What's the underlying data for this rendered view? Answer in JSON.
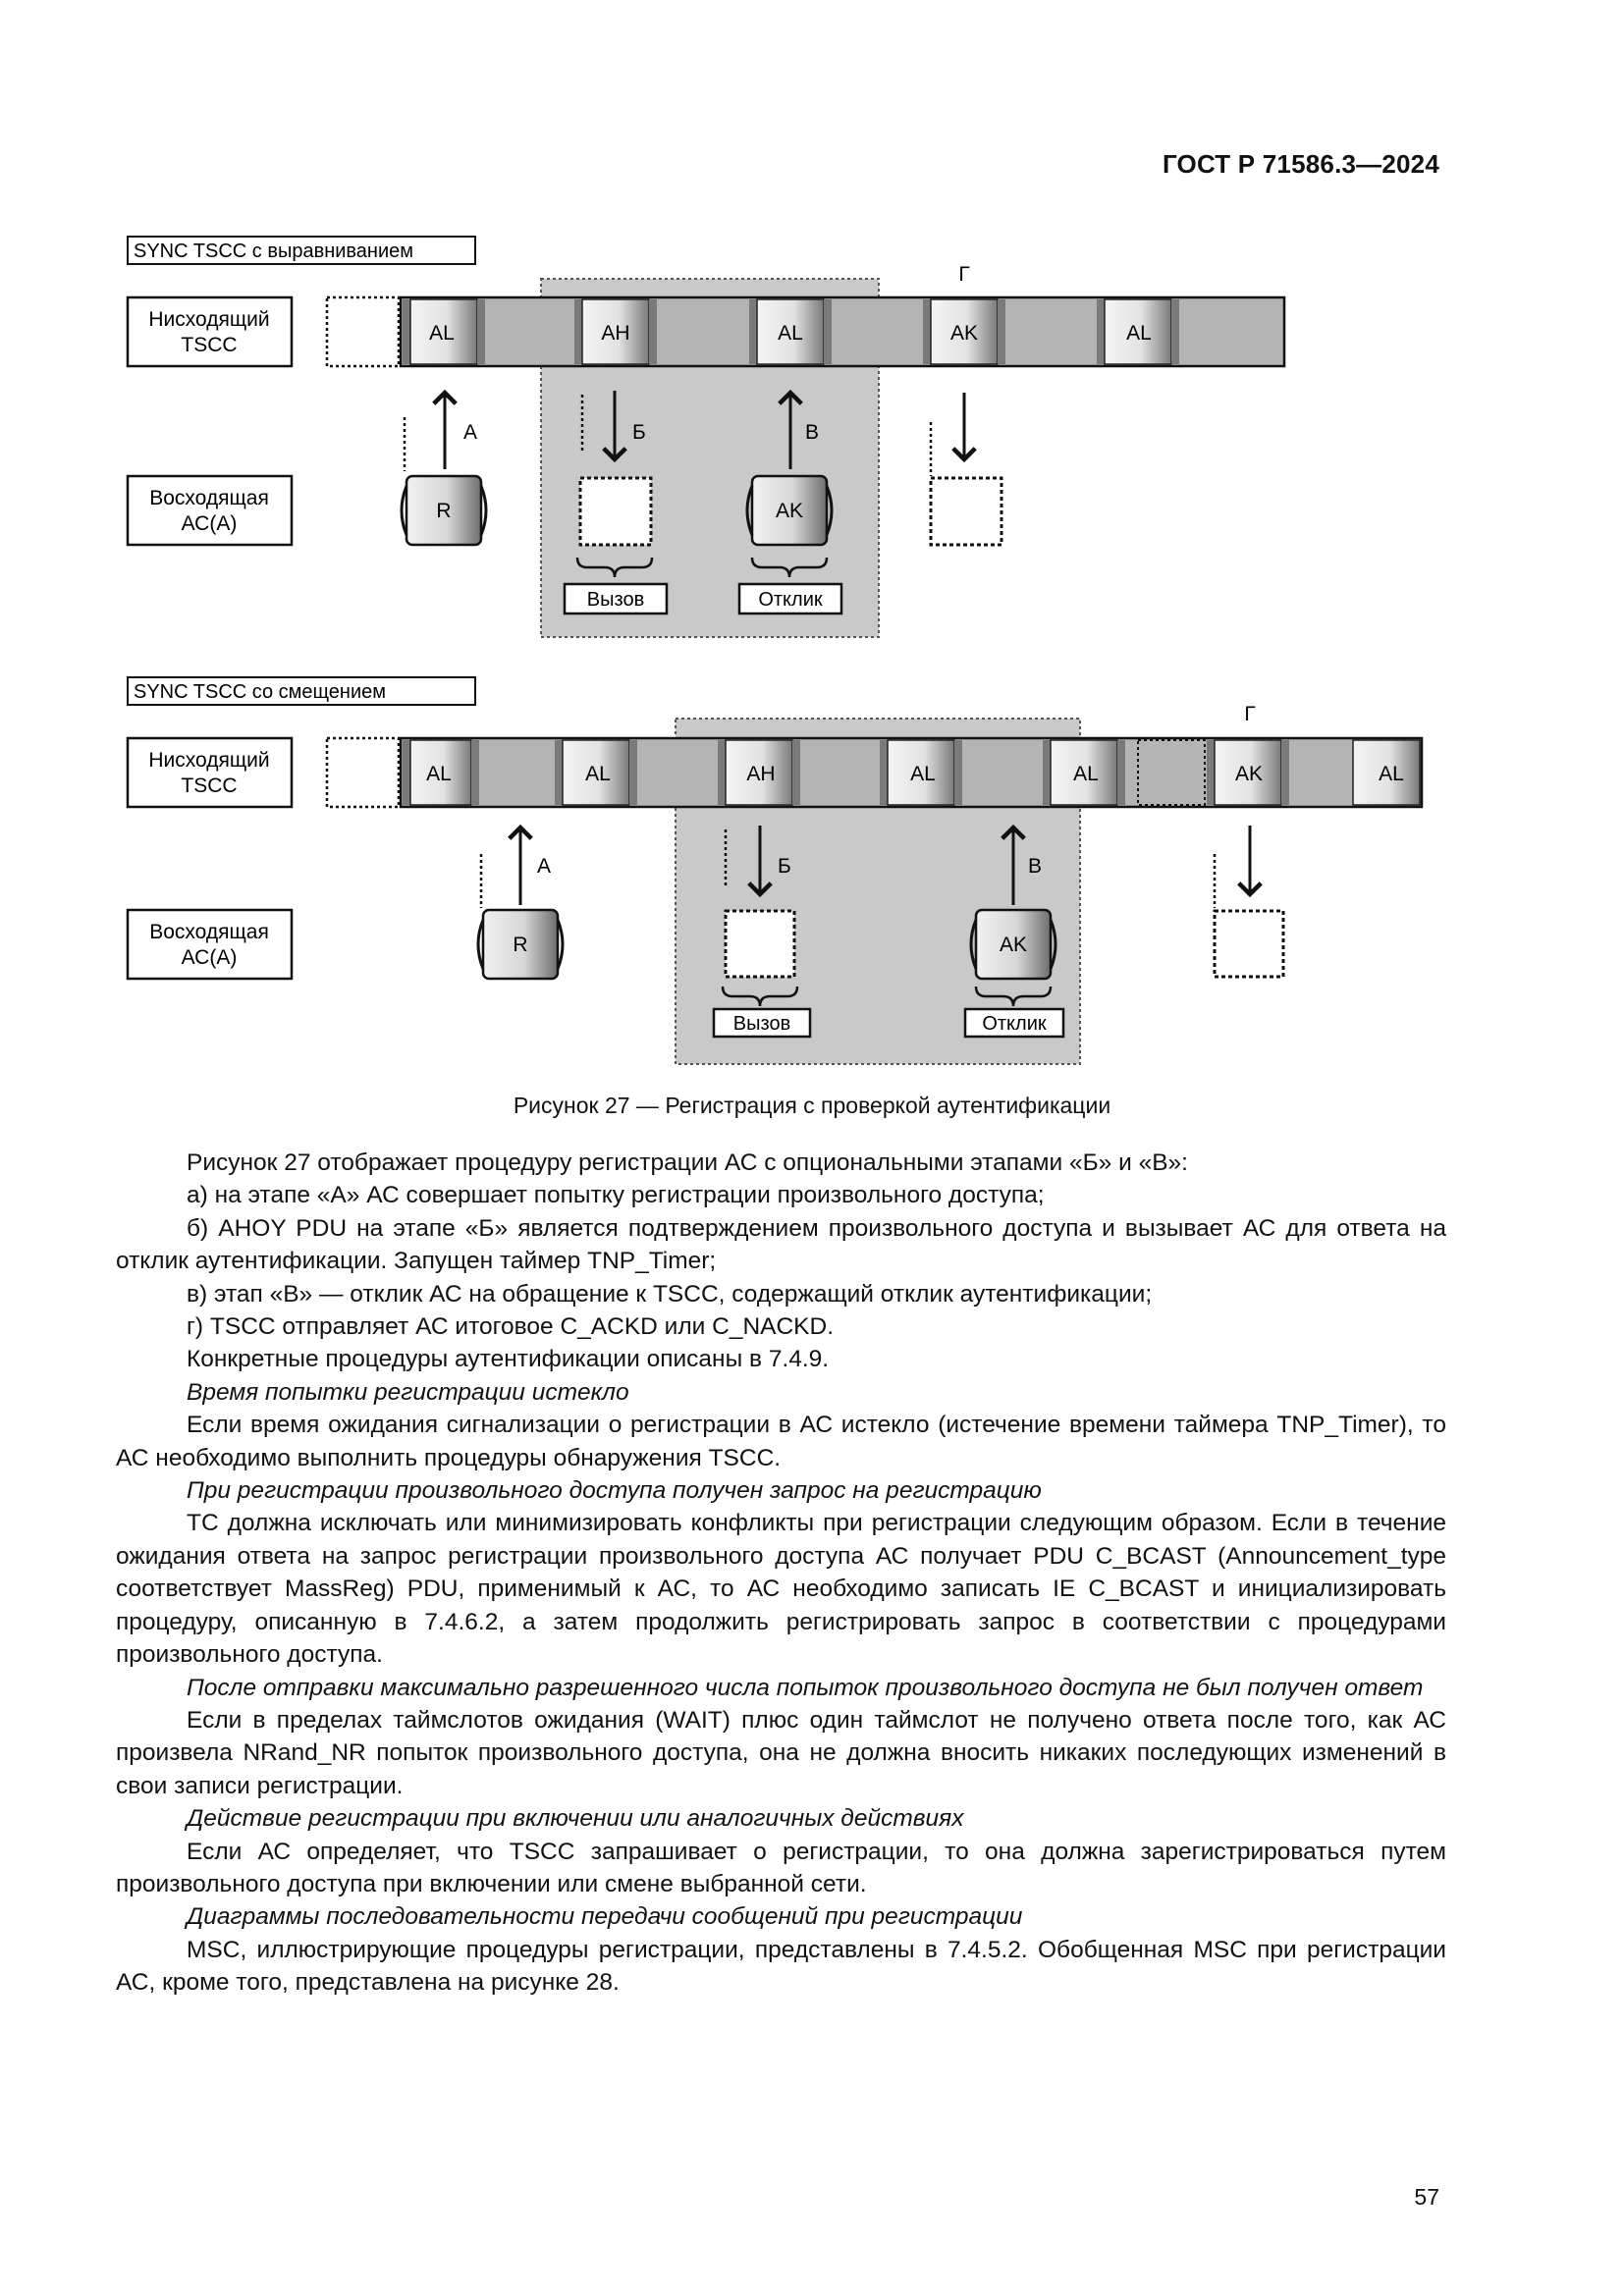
{
  "header": {
    "doc_id": "ГОСТ Р 71586.3—2024"
  },
  "figure": {
    "top": {
      "title": "SYNC TSCC с выравниванием",
      "downlink_label": [
        "Нисходящий",
        "TSCC"
      ],
      "uplink_label": [
        "Восходящая",
        "АС(А)"
      ],
      "slots": [
        "AL",
        "AH",
        "AL",
        "AK",
        "AL"
      ],
      "uplink_slots": [
        "R",
        "AK"
      ],
      "arrow_labels": [
        "А",
        "Б",
        "В",
        "Г"
      ],
      "boxes": [
        "Вызов",
        "Отклик"
      ]
    },
    "bottom": {
      "title": "SYNC TSCC со смещением",
      "downlink_label": [
        "Нисходящий",
        "TSCC"
      ],
      "uplink_label": [
        "Восходящая",
        "АС(А)"
      ],
      "slots": [
        "AL",
        "AL",
        "AH",
        "AL",
        "AL",
        "AK",
        "AL"
      ],
      "uplink_slots": [
        "R",
        "AK"
      ],
      "arrow_labels": [
        "А",
        "Б",
        "В",
        "Г"
      ],
      "boxes": [
        "Вызов",
        "Отклик"
      ]
    },
    "caption": "Рисунок 27 — Регистрация с проверкой аутентификации"
  },
  "paragraphs": [
    {
      "style": "normal",
      "text": "Рисунок 27 отображает процедуру регистрации АС с опциональными этапами «Б» и «В»:"
    },
    {
      "style": "normal",
      "text": "а)  на этапе «А» АС совершает попытку регистрации произвольного доступа;"
    },
    {
      "style": "normal",
      "text": "б)  AHOY PDU на этапе «Б» является подтверждением произвольного доступа и вызывает АС для ответа на отклик аутентификации. Запущен таймер TNP_Timer;"
    },
    {
      "style": "normal",
      "text": "в)  этап «В» — отклик АС на обращение к TSCC, содержащий отклик аутентификации;"
    },
    {
      "style": "normal",
      "text": "г)  TSCC отправляет АС итоговое C_ACKD или C_NACKD."
    },
    {
      "style": "normal",
      "text": "Конкретные процедуры аутентификации описаны в 7.4.9."
    },
    {
      "style": "italic",
      "text": "Время попытки регистрации истекло"
    },
    {
      "style": "normal",
      "text": "Если время ожидания сигнализации о регистрации в АС истекло (истечение времени таймера TNP_Timer), то АС необходимо выполнить процедуры обнаружения TSCC."
    },
    {
      "style": "italic",
      "text": "При регистрации произвольного доступа получен запрос на регистрацию"
    },
    {
      "style": "normal",
      "text": "ТС должна исключать или минимизировать конфликты при регистрации следующим образом. Если в течение ожидания ответа на запрос регистрации произвольного доступа АС получает PDU C_BCAST (Announcement_type соответствует MassReg) PDU, применимый к АС, то АС необходимо записать IE C_BCAST и инициализировать процедуру, описанную в 7.4.6.2, а затем продолжить регистрировать запрос в соответствии с процедурами произвольного доступа."
    },
    {
      "style": "italic",
      "text": "После отправки максимально разрешенного числа попыток произвольного доступа не был получен ответ"
    },
    {
      "style": "normal",
      "text": "Если в пределах таймслотов ожидания (WAIT) плюс один таймслот не получено ответа после того, как АС произвела NRand_NR попыток произвольного доступа, она не должна вносить никаких последующих изменений в свои записи регистрации."
    },
    {
      "style": "italic",
      "text": "Действие регистрации при включении или аналогичных действиях"
    },
    {
      "style": "normal",
      "text": "Если АС определяет, что TSCC запрашивает о регистрации, то она должна зарегистрироваться путем произвольного доступа при включении или смене выбранной сети."
    },
    {
      "style": "italic",
      "text": "Диаграммы последовательности передачи сообщений при регистрации"
    },
    {
      "style": "normal",
      "text": "MSC, иллюстрирующие процедуры регистрации, представлены в 7.4.5.2. Обобщенная MSC при регистрации АС, кроме того, представлена на рисунке 28."
    }
  ],
  "page_number": "57"
}
